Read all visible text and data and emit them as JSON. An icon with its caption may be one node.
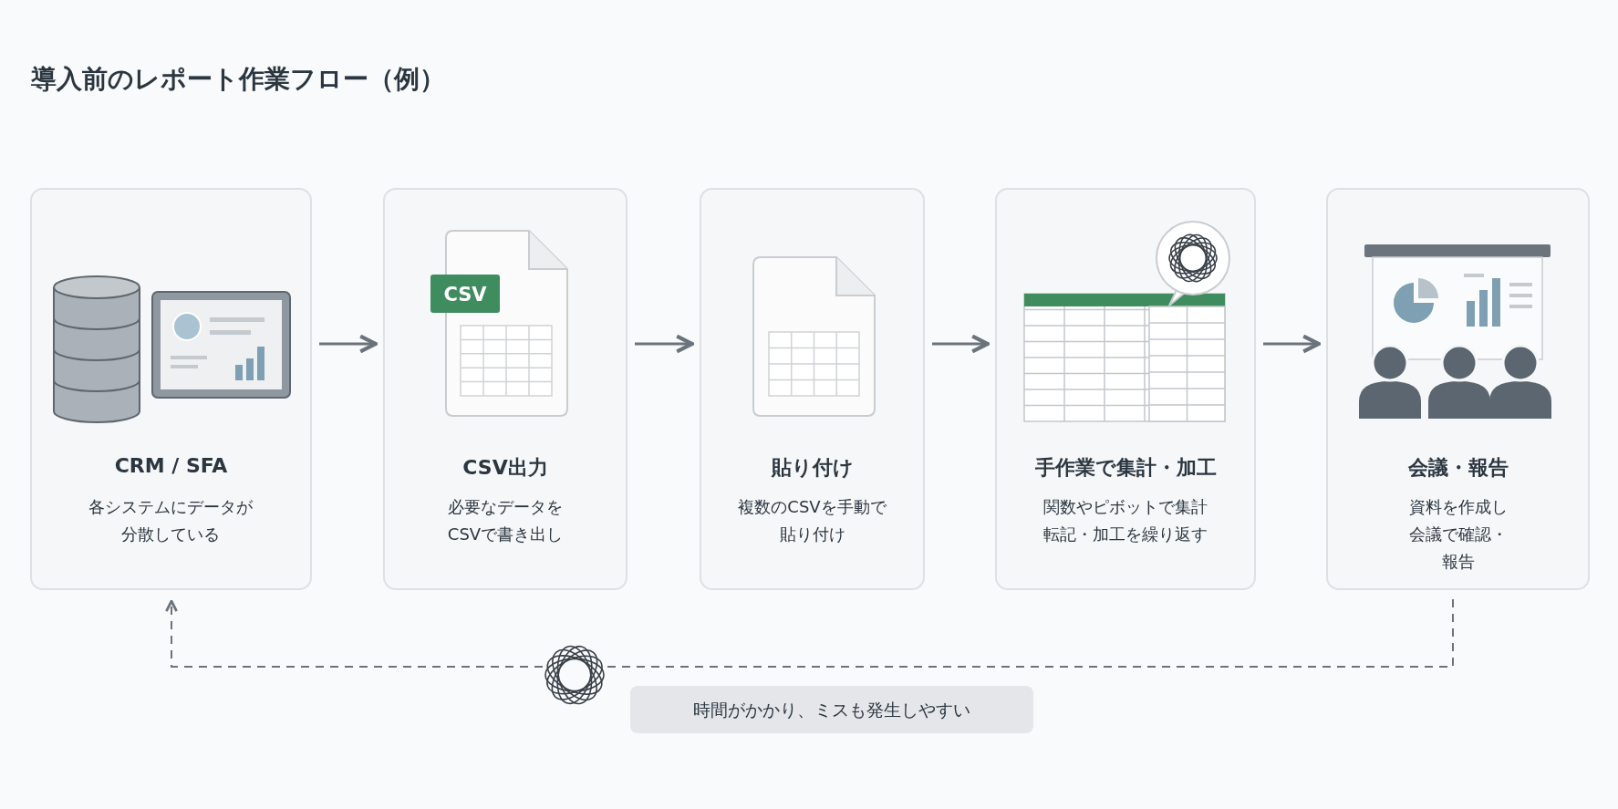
{
  "diagram": {
    "title": "導入前のレポート作業フロー（例）",
    "nodes": [
      {
        "text": [
          "CRM / SFA",
          "各システムにデータが分散している"
        ]
      },
      {
        "text": [
          "CSV出力",
          "必要なデータをCSVで書き出し"
        ]
      },
      {
        "text": [
          "貼り付け",
          "複数のCSVを手動で貼り付け"
        ]
      },
      {
        "text": [
          "手作業で集計・加工",
          "関数やピボットで集計転記・加工を繰り返す"
        ]
      },
      {
        "text": [
          "会議・報告",
          "資料を作成し会議で確認・報告"
        ]
      },
      {
        "text": [
          "時間がかかり、ミスも発生しやすい"
        ]
      }
    ],
    "edges": [
      {
        "from": 0,
        "to": 1,
        "arrow": "to"
      },
      {
        "from": 1,
        "to": 2,
        "arrow": "to"
      },
      {
        "from": 2,
        "to": 3,
        "arrow": "to"
      },
      {
        "from": 3,
        "to": 4,
        "arrow": "to"
      },
      {
        "from": 4,
        "to": 0,
        "arrow": "to",
        "style": "dashed"
      }
    ],
    "labels": [
      "CSV"
    ]
  }
}
